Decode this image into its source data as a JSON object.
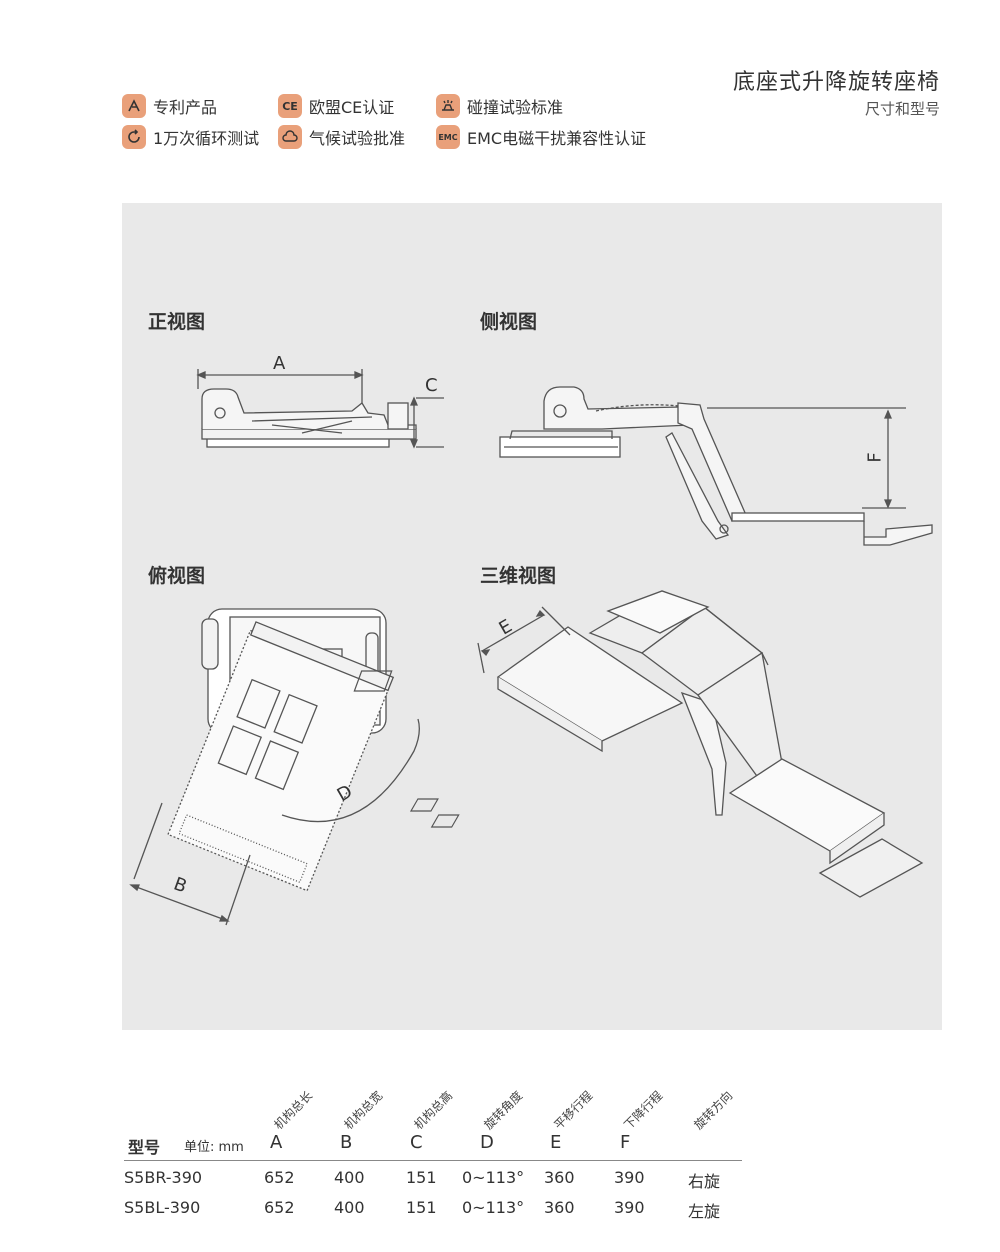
{
  "header": {
    "title": "底座式升降旋转座椅",
    "subtitle": "尺寸和型号"
  },
  "badges": [
    {
      "label": "专利产品",
      "icon": "patent-icon"
    },
    {
      "label": "欧盟CE认证",
      "icon": "ce-icon"
    },
    {
      "label": "碰撞试验标准",
      "icon": "crash-test-icon"
    },
    {
      "label": "1万次循环测试",
      "icon": "cycle-icon"
    },
    {
      "label": "气候试验批准",
      "icon": "cloud-icon"
    },
    {
      "label": "EMC电磁干扰兼容性认证",
      "icon": "emc-icon"
    }
  ],
  "badge_icon_text": {
    "ce": "CE",
    "emc": "EMC"
  },
  "colors": {
    "badge": "#e9a07a",
    "panel": "#e9e9e9",
    "line": "#555555"
  },
  "views": {
    "front": "正视图",
    "side": "侧视图",
    "top": "俯视图",
    "three_d": "三维视图"
  },
  "dimension_labels": {
    "a": "A",
    "b": "B",
    "c": "C",
    "d": "D",
    "e": "E",
    "f": "F"
  },
  "table": {
    "model_header": "型号",
    "unit": "单位: mm",
    "columns": [
      {
        "code": "A",
        "desc": "机构总长"
      },
      {
        "code": "B",
        "desc": "机构总宽"
      },
      {
        "code": "C",
        "desc": "机构总高"
      },
      {
        "code": "D",
        "desc": "旋转角度"
      },
      {
        "code": "E",
        "desc": "平移行程"
      },
      {
        "code": "F",
        "desc": "下降行程"
      },
      {
        "code": "",
        "desc": "旋转方向"
      }
    ],
    "rows": [
      {
        "model": "S5BR-390",
        "values": [
          "652",
          "400",
          "151",
          "0~113°",
          "360",
          "390",
          "右旋"
        ]
      },
      {
        "model": "S5BL-390",
        "values": [
          "652",
          "400",
          "151",
          "0~113°",
          "360",
          "390",
          "左旋"
        ]
      }
    ]
  }
}
